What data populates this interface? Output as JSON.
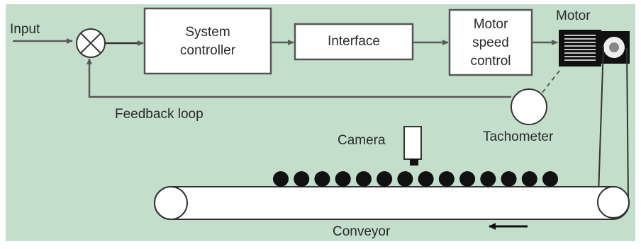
{
  "labels": {
    "input": "Input",
    "system_controller_line1": "System",
    "system_controller_line2": "controller",
    "interface": "Interface",
    "motor_speed_control_line1": "Motor",
    "motor_speed_control_line2": "speed",
    "motor_speed_control_line3": "control",
    "motor": "Motor",
    "feedback_loop": "Feedback loop",
    "tachometer": "Tachometer",
    "camera": "Camera",
    "conveyor": "Conveyor"
  },
  "colors": {
    "background": "#c3dfcc",
    "block_fill": "#ffffff",
    "line": "#5a5a5a",
    "dark": "#111111"
  },
  "object_count_on_belt": 14
}
